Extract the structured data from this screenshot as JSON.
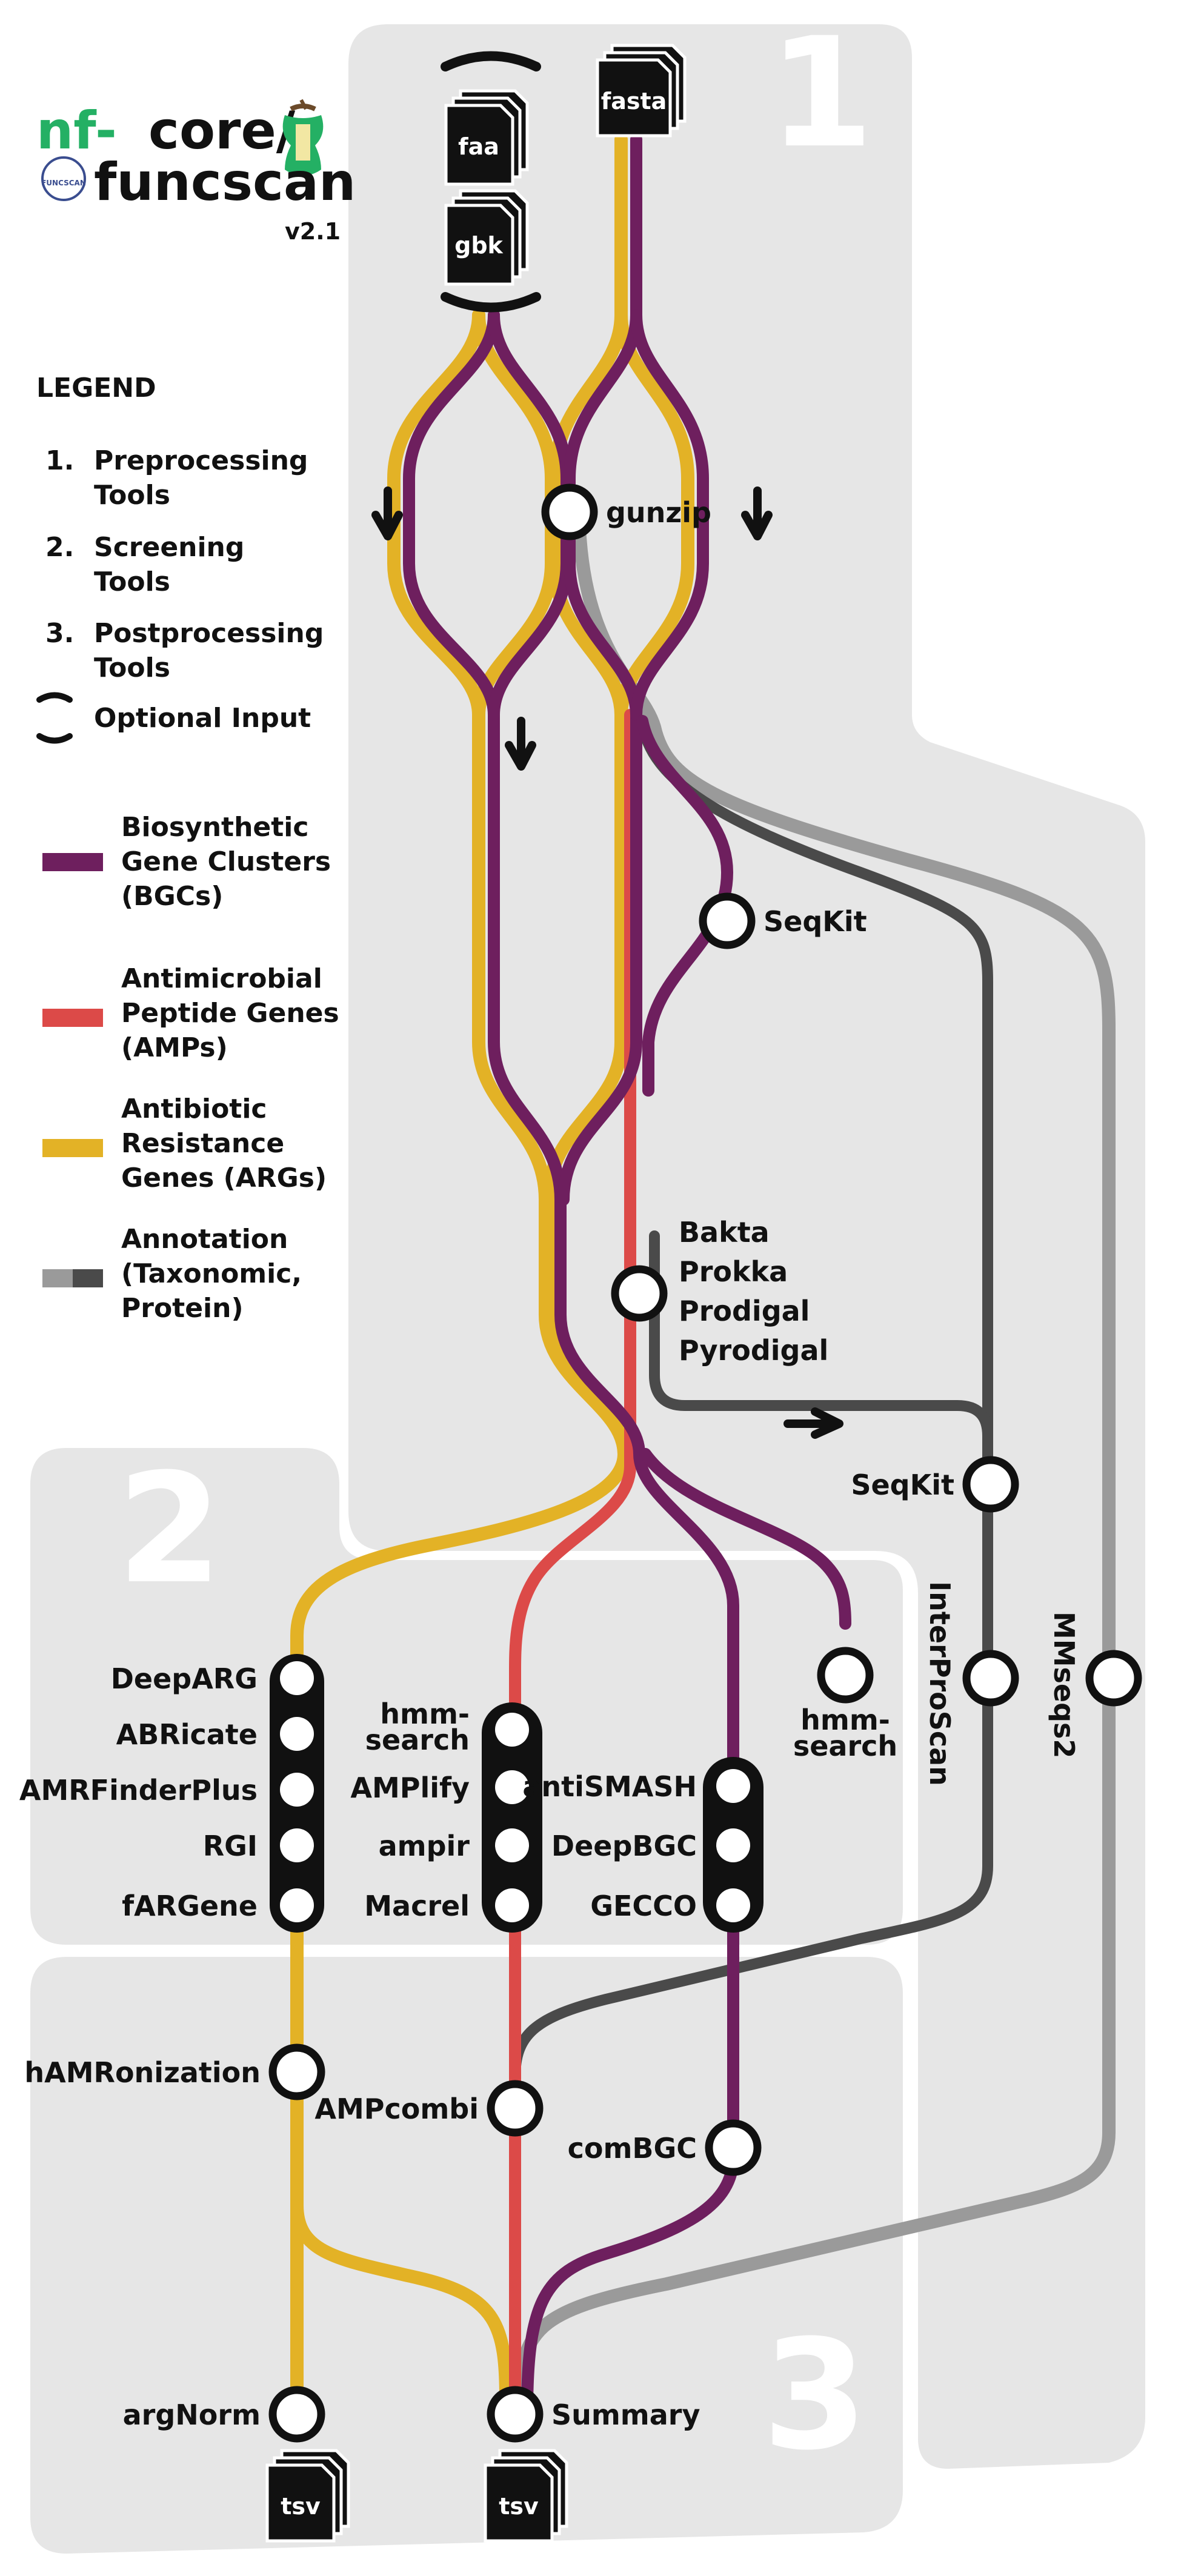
{
  "title": {
    "part1": "nf-",
    "part2": "core/",
    "part3": "funcscan",
    "version": "v2.1",
    "badge_text": "FUNCSCAN"
  },
  "legend": {
    "heading": "LEGEND",
    "steps": [
      {
        "num": "1.",
        "line1": "Preprocessing",
        "line2": "Tools"
      },
      {
        "num": "2.",
        "line1": "Screening",
        "line2": "Tools"
      },
      {
        "num": "3.",
        "line1": "Postprocessing",
        "line2": "Tools"
      }
    ],
    "optional_input": "Optional Input",
    "categories": [
      {
        "lines": [
          "Biosynthetic",
          "Gene Clusters",
          "(BGCs)"
        ],
        "color": "#6e1f5e"
      },
      {
        "lines": [
          "Antimicrobial",
          "Peptide Genes",
          "(AMPs)"
        ],
        "color": "#dc4a48"
      },
      {
        "lines": [
          "Antibiotic",
          "Resistance",
          "Genes (ARGs)"
        ],
        "color": "#e3b226"
      },
      {
        "lines": [
          "Annotation",
          "(Taxonomic,",
          "Protein)"
        ],
        "colors": [
          "#9a9a9a",
          "#4a4a4a"
        ]
      }
    ]
  },
  "colors": {
    "bgc": "#6e1f5e",
    "amp": "#dc4a48",
    "arg": "#e3b226",
    "annotation_light": "#9a9a9a",
    "annotation_dark": "#4a4a4a",
    "brand_green": "#24b064",
    "panel": "#e6e6e6"
  },
  "sections": {
    "preprocessing": "1",
    "screening": "2",
    "postprocessing": "3"
  },
  "inputs": {
    "faa": "faa",
    "gbk": "gbk",
    "fasta": "fasta"
  },
  "outputs": {
    "tsv_left": "tsv",
    "tsv_right": "tsv"
  },
  "preprocessing": {
    "gunzip": "gunzip",
    "seqkit": "SeqKit",
    "annotation_tools": [
      "Bakta",
      "Prokka",
      "Prodigal",
      "Pyrodigal"
    ],
    "seqkit2": "SeqKit",
    "interproscan": "InterProScan",
    "mmseqs2": "MMseqs2"
  },
  "screening": {
    "arg_tools": [
      "DeepARG",
      "ABRicate",
      "AMRFinderPlus",
      "RGI",
      "fARGene"
    ],
    "amp_hmmsearch": [
      "hmm-",
      "search"
    ],
    "amp_tools": [
      "AMPlify",
      "ampir",
      "Macrel"
    ],
    "bgc_tools": [
      "antiSMASH",
      "DeepBGC",
      "GECCO"
    ],
    "bgc_hmmsearch": [
      "hmm-",
      "search"
    ]
  },
  "postprocessing": {
    "hamronization": "hAMRonization",
    "ampcombi": "AMPcombi",
    "combgc": "comBGC",
    "argnorm": "argNorm",
    "summary": "Summary"
  }
}
